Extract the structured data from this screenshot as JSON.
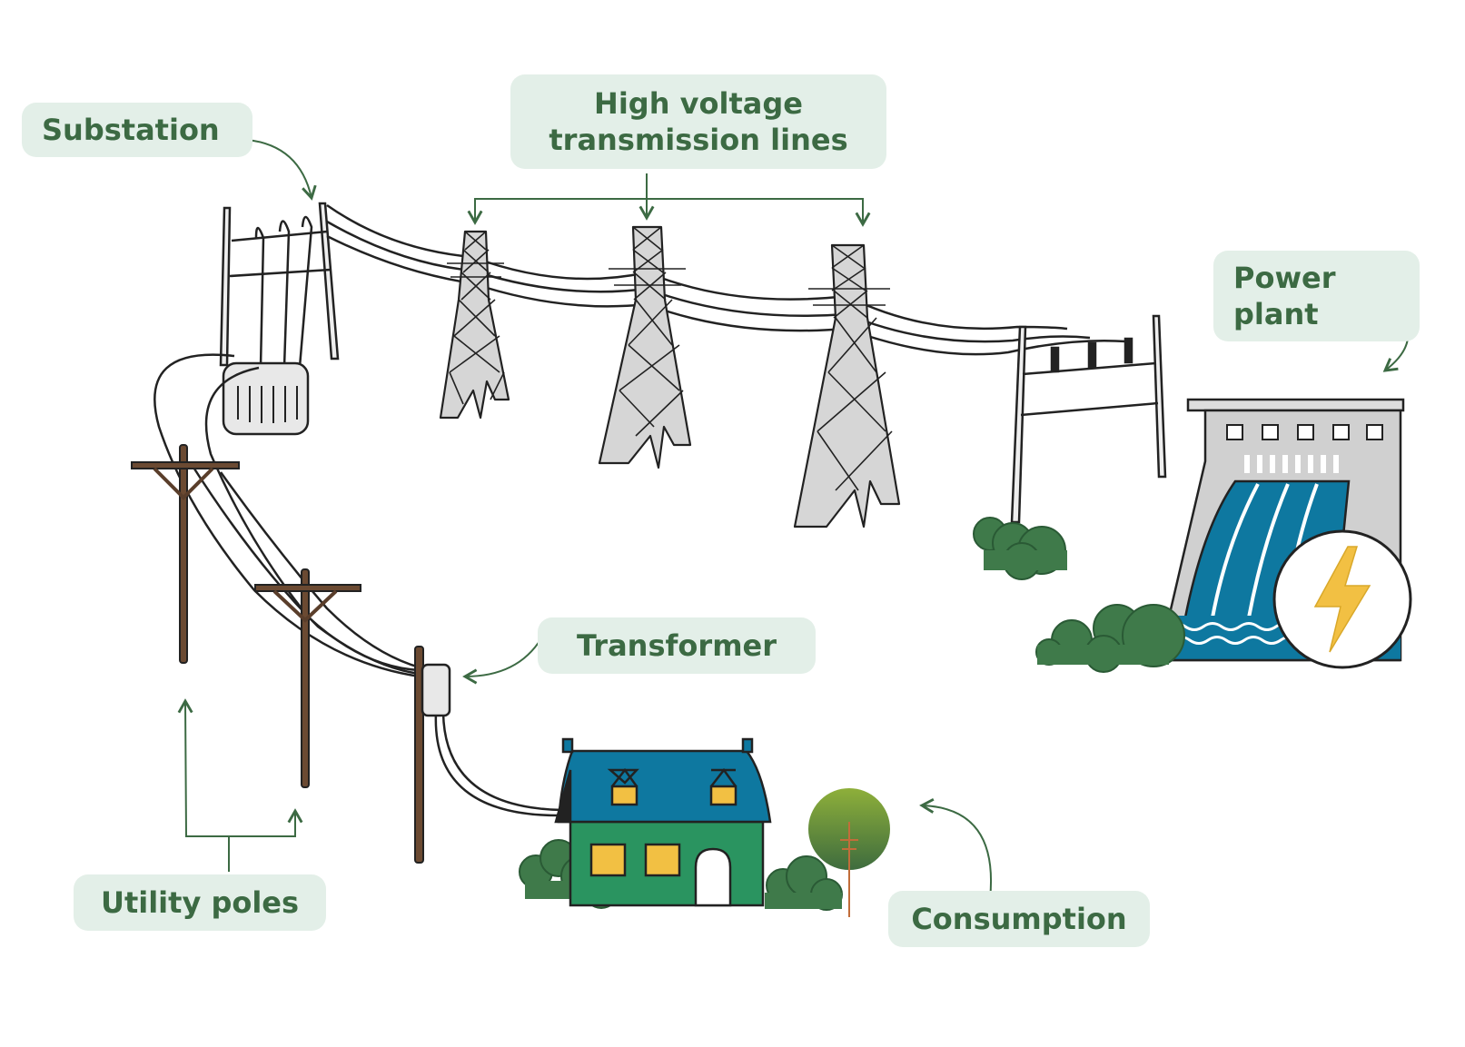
{
  "labels": {
    "substation": "Substation",
    "transmission_line1": "High voltage",
    "transmission_line2": "transmission lines",
    "power_plant_line1": "Power",
    "power_plant_line2": "plant",
    "transformer": "Transformer",
    "utility_poles": "Utility poles",
    "consumption": "Consumption"
  },
  "colors": {
    "label_bg": "#e3efe8",
    "label_text": "#3c6a43",
    "arrow": "#3c6a43",
    "tower_fill": "#d6d6d6",
    "pole": "#5a3e2b",
    "roof": "#0e78a0",
    "house_wall": "#2a9460",
    "window": "#f2c043",
    "bush": "#3f7a4a",
    "water": "#0e78a0",
    "lightning": "#f2c043"
  },
  "icons": [
    "lightning-bolt-icon"
  ]
}
